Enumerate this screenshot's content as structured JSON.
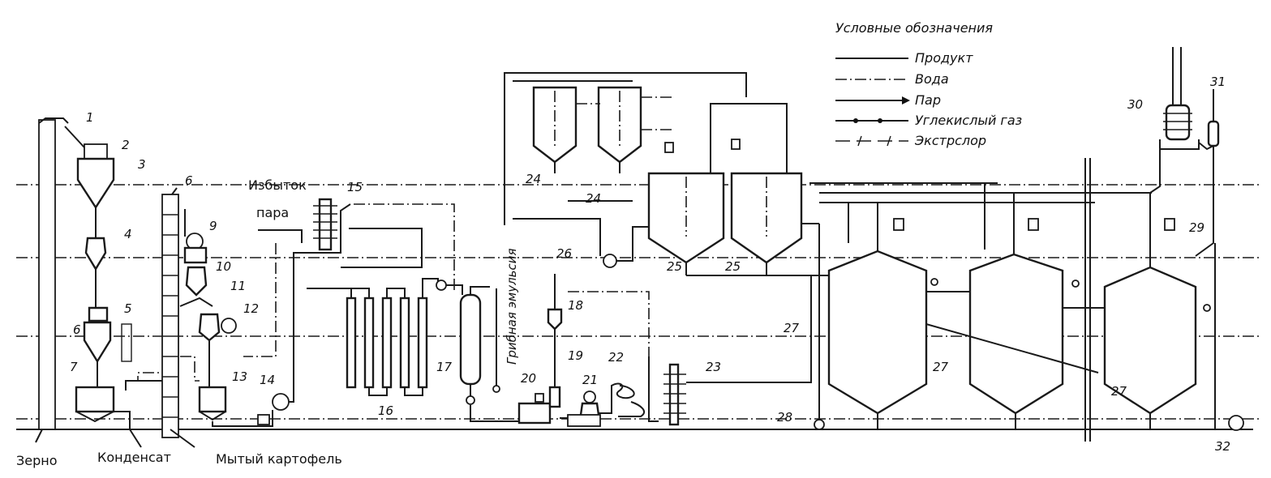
{
  "legend": {
    "title": "Условные обозначения",
    "items": [
      {
        "label": "Продукт"
      },
      {
        "label": "Вода"
      },
      {
        "label": "Пар"
      },
      {
        "label": "Углекислый газ"
      },
      {
        "label": "Экстрслор"
      }
    ]
  },
  "inputs": {
    "grain": "Зерно",
    "condensate": "Конденсат",
    "washed_potato": "Мытый картофель",
    "excess_steam_1": "Избыток",
    "excess_steam_2": "пара",
    "fungal_emulsion": "Грибная эмульсия"
  },
  "equipment_numbers": {
    "n1": "1",
    "n2": "2",
    "n3": "3",
    "n4": "4",
    "n5": "5",
    "n6": "6",
    "n6b": "6",
    "n7": "7",
    "n9": "9",
    "n10": "10",
    "n11": "11",
    "n12": "12",
    "n13": "13",
    "n14": "14",
    "n15": "15",
    "n16": "16",
    "n17": "17",
    "n18": "18",
    "n19": "19",
    "n20": "20",
    "n21": "21",
    "n22": "22",
    "n23": "23",
    "n24a": "24",
    "n24b": "24",
    "n25a": "25",
    "n25b": "25",
    "n26": "26",
    "n27a": "27",
    "n27b": "27",
    "n27c": "27",
    "n28": "28",
    "n29": "29",
    "n30": "30",
    "n31": "31",
    "n32": "32"
  }
}
